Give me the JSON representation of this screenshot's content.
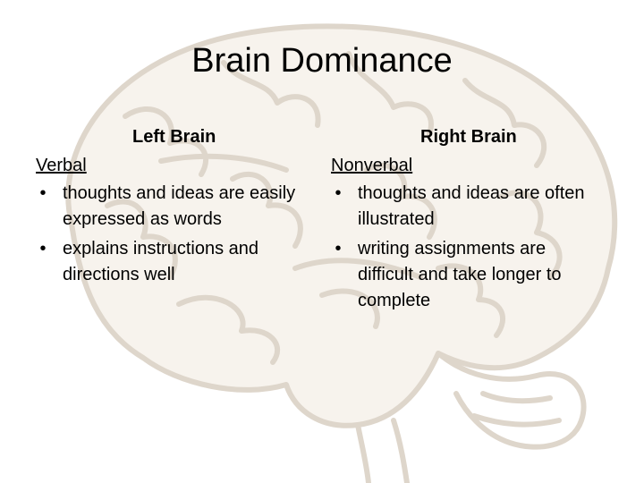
{
  "slide": {
    "title": "Brain Dominance",
    "left": {
      "heading": "Left Brain",
      "subheading": "Verbal",
      "bullets": [
        "thoughts and ideas are easily expressed as words",
        "explains instructions and directions well"
      ]
    },
    "right": {
      "heading": "Right Brain",
      "subheading": "Nonverbal",
      "bullets": [
        "thoughts and ideas are often illustrated",
        "writing assignments are difficult and take longer to complete"
      ]
    },
    "bullet_glyph": "•"
  },
  "colors": {
    "background": "#ffffff",
    "text": "#000000",
    "brain_outline": "#d9cfc2",
    "brain_fill": "#f6f1ea"
  },
  "icons": {
    "background": "brain-illustration"
  }
}
